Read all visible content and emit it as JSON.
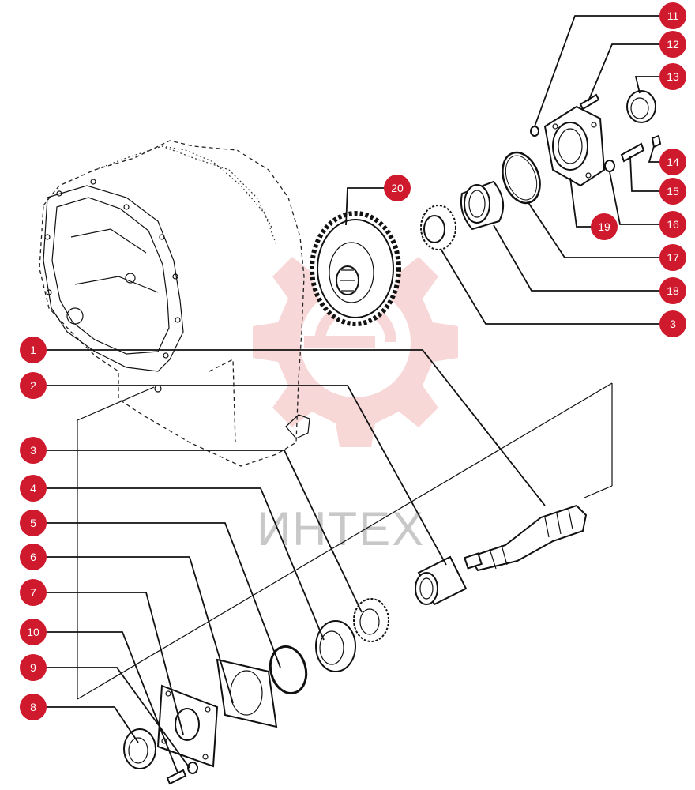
{
  "watermark": {
    "text": "ИНТЕХ",
    "color": "#f3c2c2"
  },
  "accent_color": "#cf1a2e",
  "callouts": {
    "c1": "1",
    "c2": "2",
    "c3a": "3",
    "c4": "4",
    "c5": "5",
    "c6": "6",
    "c7": "7",
    "c8": "8",
    "c9": "9",
    "c10": "10",
    "c11": "11",
    "c12": "12",
    "c13": "13",
    "c14": "14",
    "c15": "15",
    "c16": "16",
    "c17": "17",
    "c18": "18",
    "c19": "19",
    "c20": "20",
    "c3b": "3"
  }
}
